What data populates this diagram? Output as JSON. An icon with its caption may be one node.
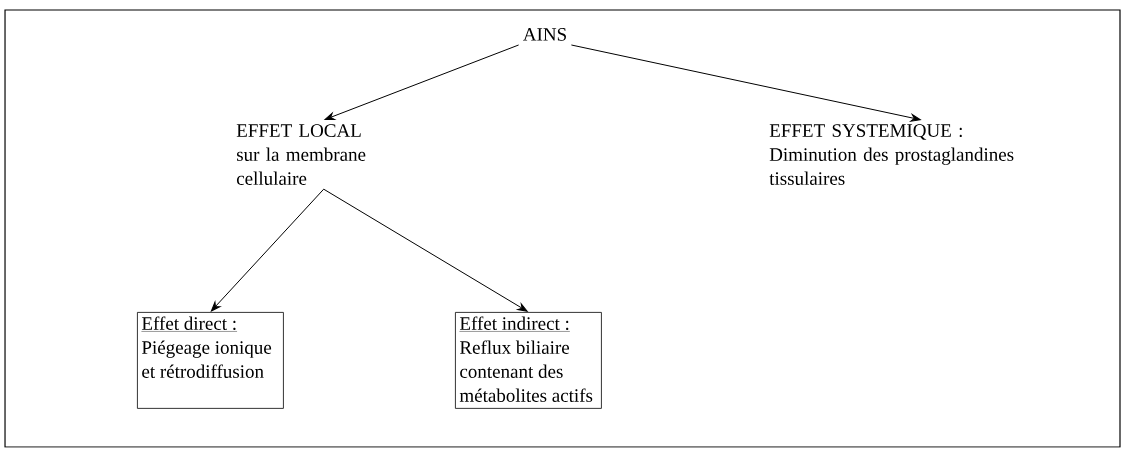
{
  "diagram": {
    "nodes": [
      {
        "text": [
          "AINS"
        ]
      },
      {
        "text": [
          "EFFET LOCAL",
          "sur la membrane cellulaire"
        ]
      },
      {
        "text": [
          "EFFET SYSTEMIQUE :",
          "Diminution des prostaglandines tissulaires"
        ]
      },
      {
        "text": [
          "Effet direct :",
          "Piégeage ionique et rétrodiffusion"
        ]
      },
      {
        "text": [
          "Effet indirect :",
          "Reflux biliaire contenant des métabolites actifs"
        ]
      }
    ],
    "edges": [
      {
        "from": 0,
        "to": 1,
        "arrow": "to"
      },
      {
        "from": 0,
        "to": 2,
        "arrow": "to"
      },
      {
        "from": 1,
        "to": 3,
        "arrow": "to"
      },
      {
        "from": 1,
        "to": 4,
        "arrow": "to"
      }
    ]
  }
}
